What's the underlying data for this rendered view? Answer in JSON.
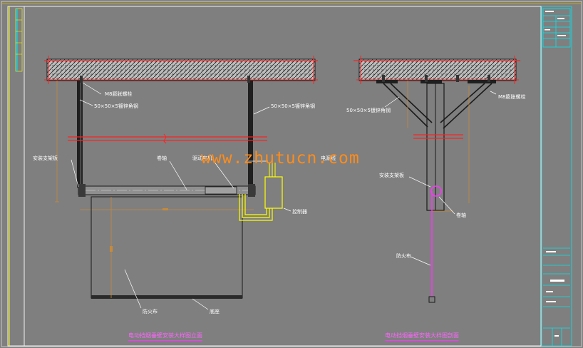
{
  "drawing": {
    "elevation_title": "电动挡烟垂壁安装大样图立面",
    "section_title": "电动挡烟垂壁安装大样图剖面",
    "watermark": "www.zhutucn.com",
    "labels": {
      "m8_left": "M8膨胀螺栓",
      "angle_left": "50×50×5镀锌角钢",
      "angle_right_elev": "50×50×5镀锌角钢",
      "support_plate": "安装支架板",
      "roller": "卷轴",
      "motor": "驱动电机",
      "power_cable": "电源线",
      "controller": "控制器",
      "fire_cloth": "防火布",
      "bottom_bar": "底座",
      "angle_section": "50×50×5镀锌角钢",
      "m8_right": "M8膨胀螺栓",
      "support_plate_section": "安装支架板",
      "roller_section": "卷轴",
      "fire_cloth_section": "防火布"
    }
  },
  "colors": {
    "background": "#7f7f7f",
    "structure": "#1a1a1a",
    "accent_red": "#ff2020",
    "leader": "#ffffff",
    "controller": "#ffff00",
    "magenta": "#ff33ff",
    "cyan": "#00e5ee",
    "watermark": "#ff8c1a"
  }
}
